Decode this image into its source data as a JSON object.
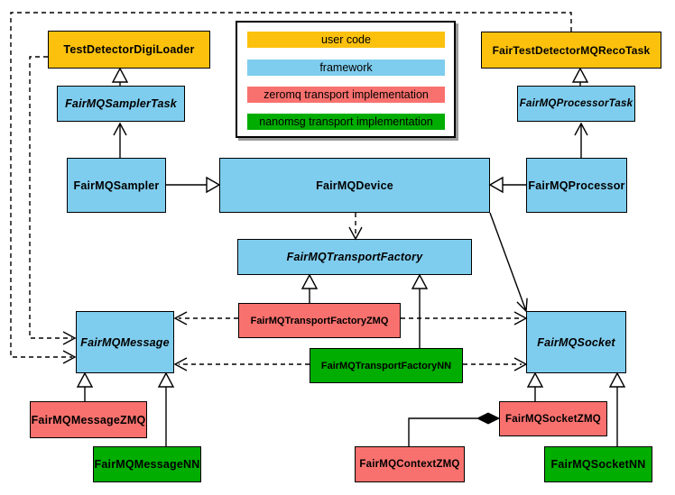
{
  "legend": {
    "items": [
      {
        "label": "user code",
        "color": "#FBC10D"
      },
      {
        "label": "framework",
        "color": "#7FCDEE"
      },
      {
        "label": "zeromq transport implementation",
        "color": "#F9716E"
      },
      {
        "label": "nanomsg transport implementation",
        "color": "#00AD00"
      }
    ]
  },
  "nodes": {
    "testDetectorDigiLoader": {
      "label": "TestDetectorDigiLoader"
    },
    "fairTestDetectorMQRecoTask": {
      "label": "FairTestDetectorMQRecoTask"
    },
    "fairMQSamplerTask": {
      "label": "FairMQSamplerTask"
    },
    "fairMQProcessorTask": {
      "label": "FairMQProcessorTask"
    },
    "fairMQSampler": {
      "label": "FairMQSampler"
    },
    "fairMQDevice": {
      "label": "FairMQDevice"
    },
    "fairMQProcessor": {
      "label": "FairMQProcessor"
    },
    "fairMQTransportFactory": {
      "label": "FairMQTransportFactory"
    },
    "fairMQTransportFactoryZMQ": {
      "label": "FairMQTransportFactoryZMQ"
    },
    "fairMQTransportFactoryNN": {
      "label": "FairMQTransportFactoryNN"
    },
    "fairMQMessage": {
      "label": "FairMQMessage"
    },
    "fairMQSocket": {
      "label": "FairMQSocket"
    },
    "fairMQMessageZMQ": {
      "label": "FairMQMessageZMQ"
    },
    "fairMQMessageNN": {
      "label": "FairMQMessageNN"
    },
    "fairMQContextZMQ": {
      "label": "FairMQContextZMQ"
    },
    "fairMQSocketZMQ": {
      "label": "FairMQSocketZMQ"
    },
    "fairMQSocketNN": {
      "label": "FairMQSocketNN"
    }
  }
}
